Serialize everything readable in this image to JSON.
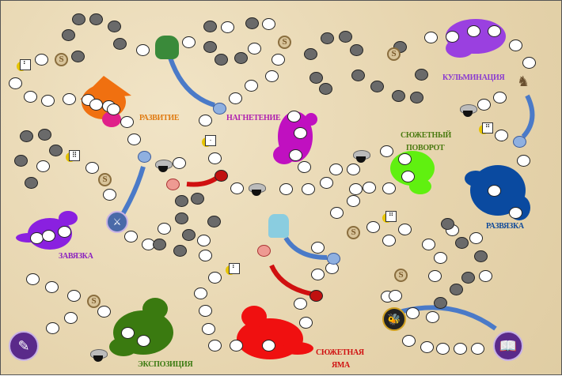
{
  "board": {
    "stages": [
      {
        "id": "razvitie",
        "label": "РАЗВИТИЕ",
        "color": "#e07a10"
      },
      {
        "id": "nagnetenie",
        "label": "НАГНЕТЕНИЕ",
        "color": "#b020b0"
      },
      {
        "id": "kulminatsiya",
        "label": "КУЛЬМИНАЦИЯ",
        "color": "#8a3ad0"
      },
      {
        "id": "syuzhetny-povorot",
        "label": "СЮЖЕТНЫЙ",
        "label2": "ПОВОРОТ",
        "color": "#4a7a10"
      },
      {
        "id": "razvyazka",
        "label": "РАЗВЯЗКА",
        "color": "#104a9a"
      },
      {
        "id": "zavyazka",
        "label": "ЗАВЯЗКА",
        "color": "#8a20c0"
      },
      {
        "id": "ekspozitsiya",
        "label": "ЭКСПОЗИЦИЯ",
        "color": "#3a7a10"
      },
      {
        "id": "syuzhetnaya-yama",
        "label": "СЮЖЕТНАЯ",
        "label2": "ЯМА",
        "color": "#d01010"
      }
    ],
    "coin_symbol": "S",
    "dice": [
      "⠃",
      "·",
      "⠿",
      "⠛",
      "⠛"
    ],
    "colors": {
      "splat_orange": "#f07010",
      "splat_magenta": "#c010c0",
      "splat_violet": "#9a40e0",
      "splat_green": "#60f010",
      "splat_blue": "#0a4aa0",
      "splat_purple": "#8a20e0",
      "splat_darkgreen": "#3a7a10",
      "splat_red": "#f01010",
      "arrow_blue": "#4a7ac8",
      "arrow_red": "#d01010"
    }
  }
}
